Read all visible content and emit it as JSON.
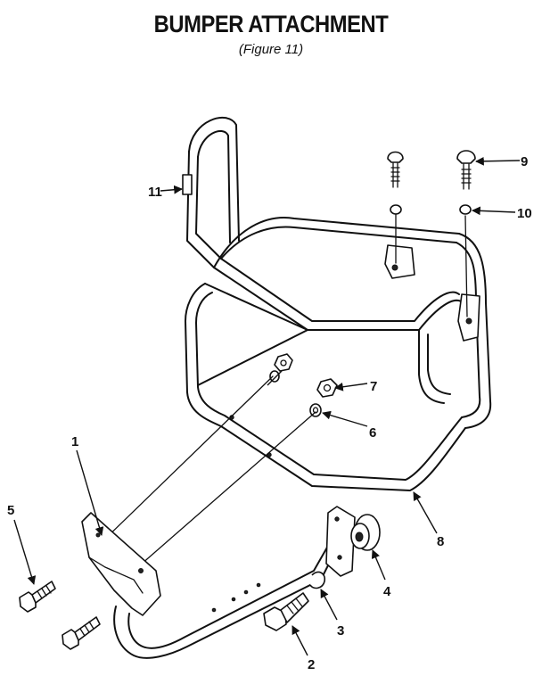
{
  "title": "BUMPER ATTACHMENT",
  "subtitle": "(Figure 11)",
  "callouts": {
    "c1": "1",
    "c2": "2",
    "c3": "3",
    "c4": "4",
    "c5": "5",
    "c6": "6",
    "c7": "7",
    "c8": "8",
    "c9": "9",
    "c10": "10",
    "c11": "11"
  }
}
